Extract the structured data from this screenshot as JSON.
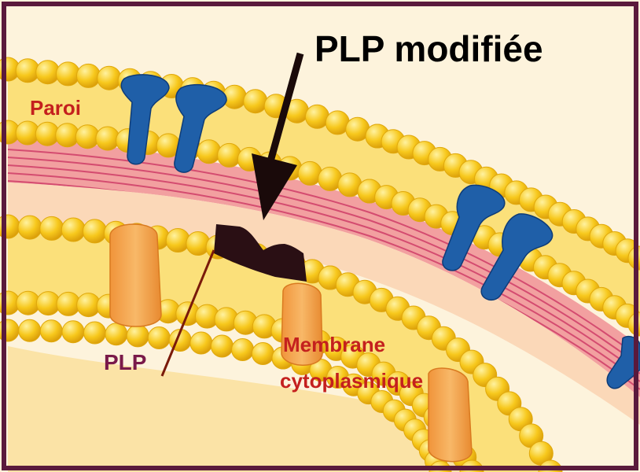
{
  "labels": {
    "plp_modifiee": "PLP modifiée",
    "paroi": "Paroi",
    "plp": "PLP",
    "membrane_line1": "Membrane",
    "membrane_line2": "cytoplasmique"
  },
  "colors": {
    "frame": "#5a1a3c",
    "background": "#fdf3dc",
    "lipid_head": "#f7c81c",
    "lipid_head_edge": "#e0a80c",
    "lipid_tail": "#fbe07a",
    "peptidoglycan": "#f2a0a0",
    "peptidoglycan_line": "#d44c70",
    "periplasm": "#fbd8b8",
    "cytoplasm": "#fbe3a6",
    "protein_blue": "#1f5fa8",
    "protein_orange": "#f2a24a",
    "plp_modified": "#2a0f14",
    "arrow": "#1a0a0a",
    "text_red": "#c4201e",
    "text_purple": "#7a1a4a",
    "text_black": "#000000"
  },
  "icons": [
    "blue-porin-icon",
    "orange-protein-icon",
    "modified-plp-shape",
    "arrow-icon"
  ]
}
